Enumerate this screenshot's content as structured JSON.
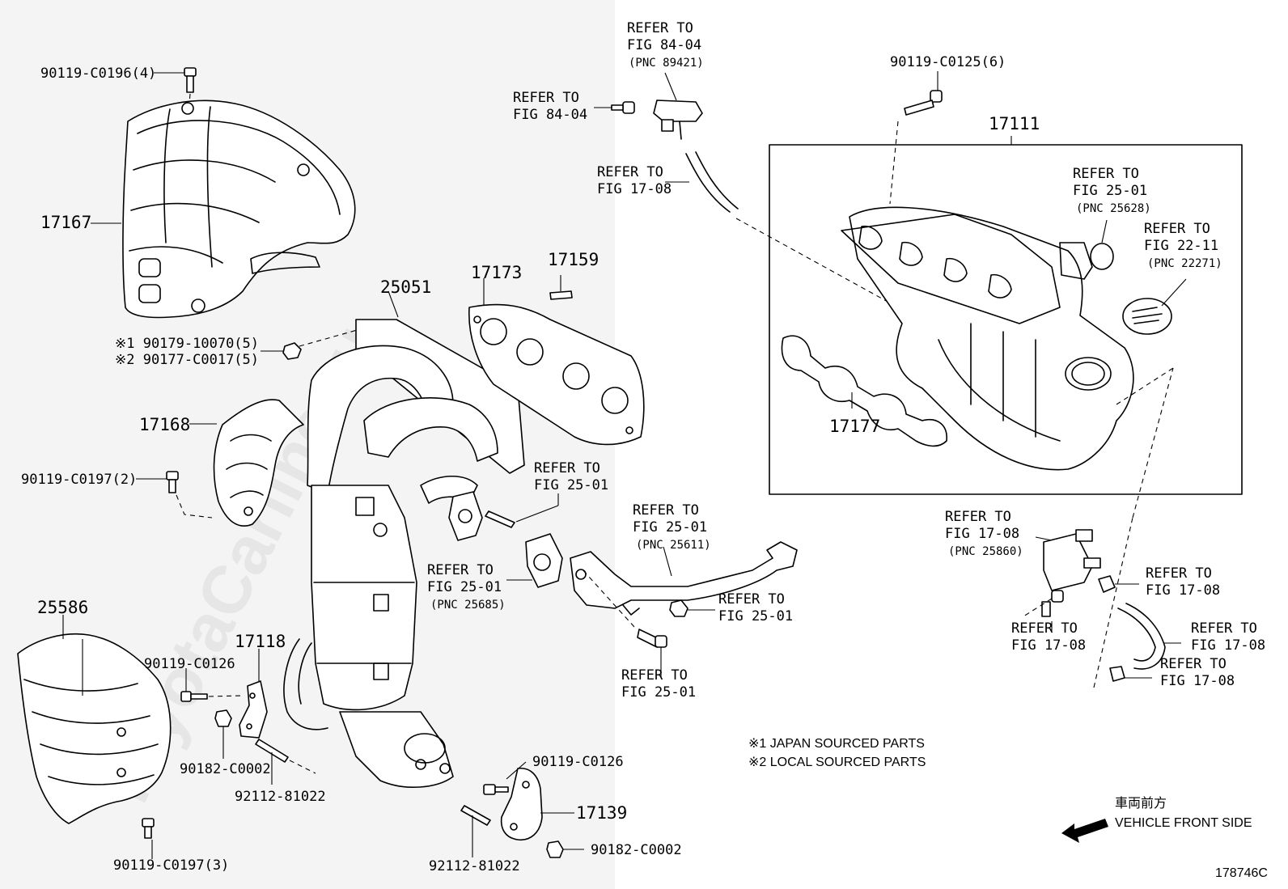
{
  "watermark": "ToyotaCarline.ru",
  "diagram_code": "178746C",
  "part_labels": {
    "p_90119_C0196": "90119-C0196(4)",
    "p_17167": "17167",
    "p_90179_10070": "※1 90179-10070(5)",
    "p_90177_C0017": "※2 90177-C0017(5)",
    "p_17168": "17168",
    "p_90119_C0197_2": "90119-C0197(2)",
    "p_25586": "25586",
    "p_90119_C0197_3": "90119-C0197(3)",
    "p_90119_C0126_a": "90119-C0126",
    "p_17118": "17118",
    "p_90182_C0002_a": "90182-C0002",
    "p_92112_81022_a": "92112-81022",
    "p_25051": "25051",
    "p_17173": "17173",
    "p_17159": "17159",
    "p_90119_C0126_b": "90119-C0126",
    "p_17139": "17139",
    "p_92112_81022_b": "92112-81022",
    "p_90182_C0002_b": "90182-C0002",
    "p_90119_C0125": "90119-C0125(6)",
    "p_17111": "17111",
    "p_17177": "17177"
  },
  "references": {
    "ref_84_04_top": {
      "line1": "REFER TO",
      "line2": "FIG 84-04",
      "pnc": "(PNC 89421)"
    },
    "ref_84_04_left": {
      "line1": "REFER TO",
      "line2": "FIG 84-04"
    },
    "ref_17_08_hose": {
      "line1": "REFER TO",
      "line2": "FIG 17-08"
    },
    "ref_25_01_ring": {
      "line1": "REFER TO",
      "line2": "FIG 25-01",
      "pnc": "(PNC 25628)"
    },
    "ref_22_11": {
      "line1": "REFER TO",
      "line2": "FIG 22-11",
      "pnc": "(PNC 22271)"
    },
    "ref_25_01_stud": {
      "line1": "REFER TO",
      "line2": "FIG 25-01"
    },
    "ref_25_01_pipe": {
      "line1": "REFER TO",
      "line2": "FIG 25-01",
      "pnc": "(PNC 25611)"
    },
    "ref_25_01_gasket": {
      "line1": "REFER TO",
      "line2": "FIG 25-01",
      "pnc": "(PNC 25685)"
    },
    "ref_25_01_nut": {
      "line1": "REFER TO",
      "line2": "FIG 25-01"
    },
    "ref_25_01_bolt": {
      "line1": "REFER TO",
      "line2": "FIG 25-01"
    },
    "ref_17_08_vsv": {
      "line1": "REFER TO",
      "line2": "FIG 17-08",
      "pnc": "(PNC 25860)"
    },
    "ref_17_08_a": {
      "line1": "REFER TO",
      "line2": "FIG 17-08"
    },
    "ref_17_08_b": {
      "line1": "REFER TO",
      "line2": "FIG 17-08"
    },
    "ref_17_08_c": {
      "line1": "REFER TO",
      "line2": "FIG 17-08"
    },
    "ref_17_08_d": {
      "line1": "REFER TO",
      "line2": "FIG 17-08"
    }
  },
  "notes": {
    "japan": "※1 JAPAN SOURCED PARTS",
    "local": "※2 LOCAL SOURCED PARTS"
  },
  "direction": {
    "jp": "車両前方",
    "en": "VEHICLE FRONT SIDE"
  }
}
